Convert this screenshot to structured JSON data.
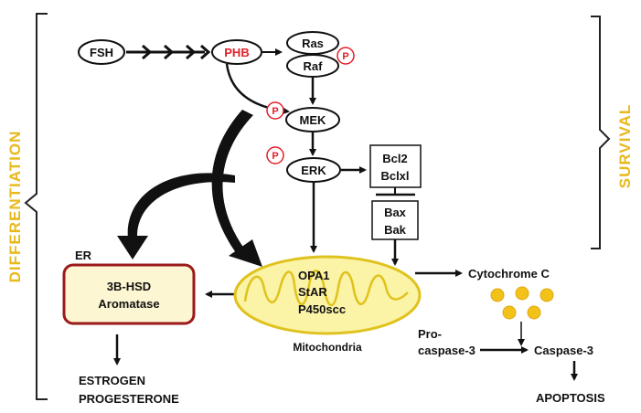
{
  "labels": {
    "fsh": "FSH",
    "phb": "PHB",
    "ras": "Ras",
    "raf": "Raf",
    "mek": "MEK",
    "erk": "ERK",
    "bcl2": "Bcl2",
    "bclxl": "Bclxl",
    "bax": "Bax",
    "bak": "Bak",
    "phospho": "P",
    "er": "ER",
    "hsd": "3B-HSD",
    "aromatase": "Aromatase",
    "opa1": "OPA1",
    "star": "StAR",
    "p450scc": "P450scc",
    "mitochondria": "Mitochondria",
    "cytochrome": "Cytochrome C",
    "pro": "Pro-",
    "procaspase": "caspase-3",
    "caspase": "Caspase-3",
    "apoptosis": "APOPTOSIS",
    "estrogen": "ESTROGEN",
    "progesterone": "PROGESTERONE",
    "differentiation": "DIFFERENTIATION",
    "survival": "SURVIVAL"
  },
  "colors": {
    "phospho": "#e0202a",
    "mito_fill": "#fbf3a6",
    "mito_stroke": "#e0c21e",
    "er_fill": "#fdf6d2",
    "er_stroke": "#9a1a1a",
    "dots": "#f2c218",
    "side_text": "#e8b91a"
  }
}
